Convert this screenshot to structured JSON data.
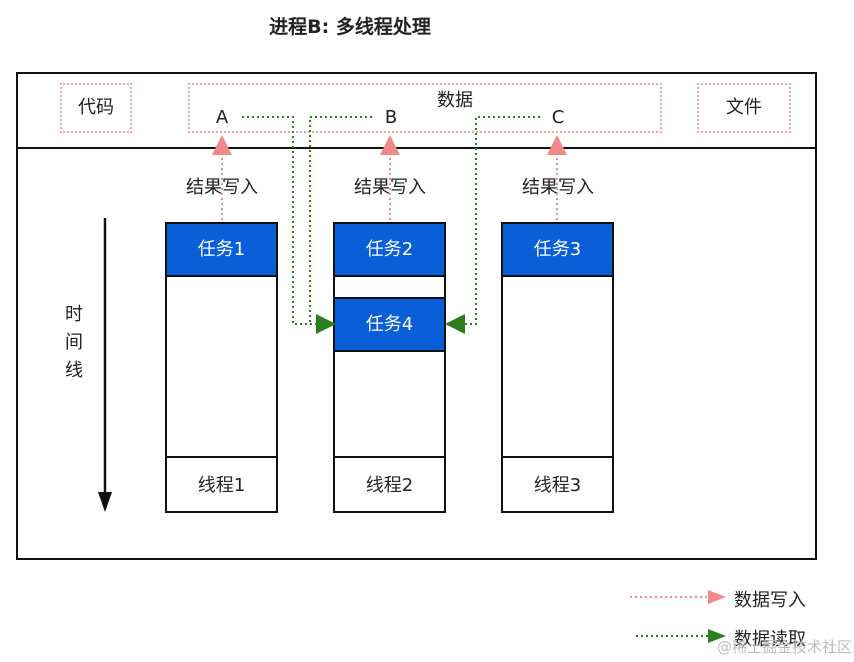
{
  "title": "进程B: 多线程处理",
  "segments": {
    "code": "代码",
    "data": "数据",
    "file": "文件"
  },
  "data_items": [
    "A",
    "B",
    "C"
  ],
  "write_label": "结果写入",
  "timeline_chars": [
    "时",
    "间",
    "线"
  ],
  "threads": [
    {
      "name": "线程1",
      "tasks": [
        "任务1"
      ]
    },
    {
      "name": "线程2",
      "tasks": [
        "任务2",
        "任务4"
      ]
    },
    {
      "name": "线程3",
      "tasks": [
        "任务3"
      ]
    }
  ],
  "legend": {
    "write": "数据写入",
    "read": "数据读取"
  },
  "watermark": "@稀土掘金技术社区",
  "colors": {
    "task_fill": "#0a5fd8",
    "write_arrow": "#f08a8a",
    "read_arrow": "#2e7d1e"
  }
}
